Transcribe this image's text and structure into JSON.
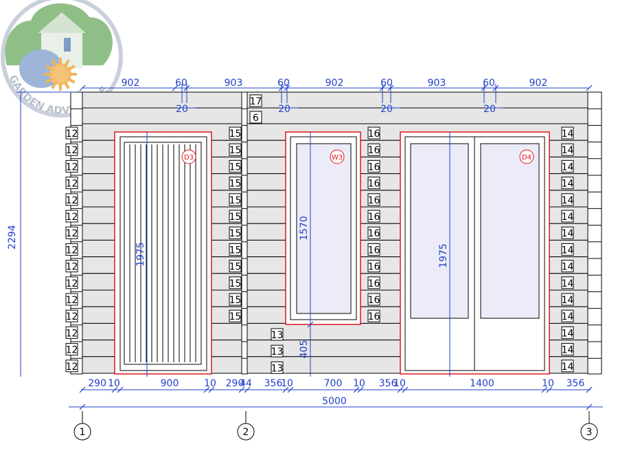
{
  "logo": {
    "text": "GARDEN ADVENTURE"
  },
  "colors": {
    "dimension": "#1f3fc8",
    "outline": "#000000",
    "log_fill": "#e6e6e6",
    "opening": "#e0141e",
    "glass": "#ececf8"
  },
  "top_dimensions": [
    "902",
    "60",
    "903",
    "60",
    "902",
    "60",
    "903",
    "60",
    "902"
  ],
  "top_small": [
    "20",
    "20",
    "20",
    "20"
  ],
  "top_boxes": [
    "17",
    "6"
  ],
  "height_dim": "2294",
  "log_labels": {
    "left": "12",
    "mid_left": "15",
    "mid_right": "16",
    "right": "14",
    "lower_mid": "13"
  },
  "openings": [
    {
      "tag": "D3",
      "height": "1975"
    },
    {
      "tag": "W3",
      "height": "1570",
      "sill": "405"
    },
    {
      "tag": "D4",
      "height": "1975"
    }
  ],
  "bottom_dimensions": [
    "290",
    "10",
    "900",
    "10",
    "290",
    "44",
    "356",
    "10",
    "700",
    "10",
    "356",
    "10",
    "1400",
    "10",
    "356"
  ],
  "total_width": "5000",
  "grid_axes": [
    "1",
    "2",
    "3"
  ]
}
